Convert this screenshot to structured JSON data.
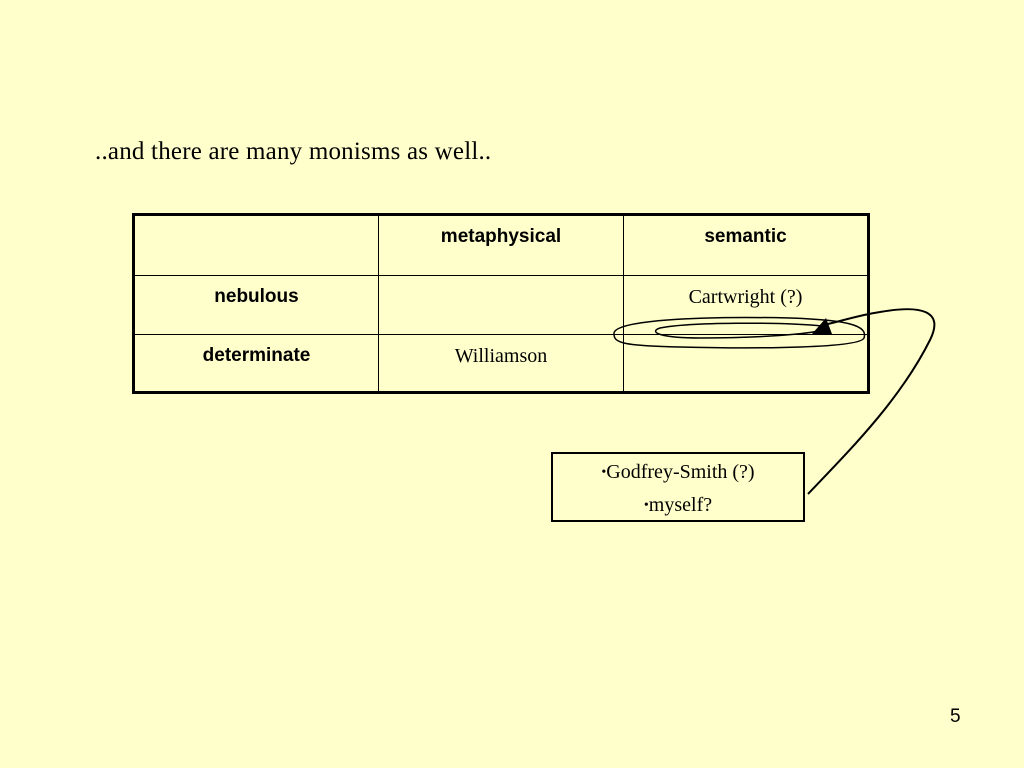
{
  "slide": {
    "heading": "..and there are many monisms as well..",
    "page_number": "5",
    "background_color": "#ffffcc"
  },
  "table": {
    "column_headers": [
      "",
      "metaphysical",
      "semantic"
    ],
    "rows": [
      {
        "label": "nebulous",
        "cells": [
          "",
          "Cartwright (?)"
        ]
      },
      {
        "label": "determinate",
        "cells": [
          "Williamson",
          ""
        ]
      }
    ]
  },
  "notes": {
    "bullet_glyph": "•",
    "items": [
      "Godfrey-Smith (?)",
      "myself?"
    ]
  },
  "annotation": {
    "shape": "ellipse-with-curved-arrow",
    "connects": "notes-box to semantic/determinate cell"
  }
}
